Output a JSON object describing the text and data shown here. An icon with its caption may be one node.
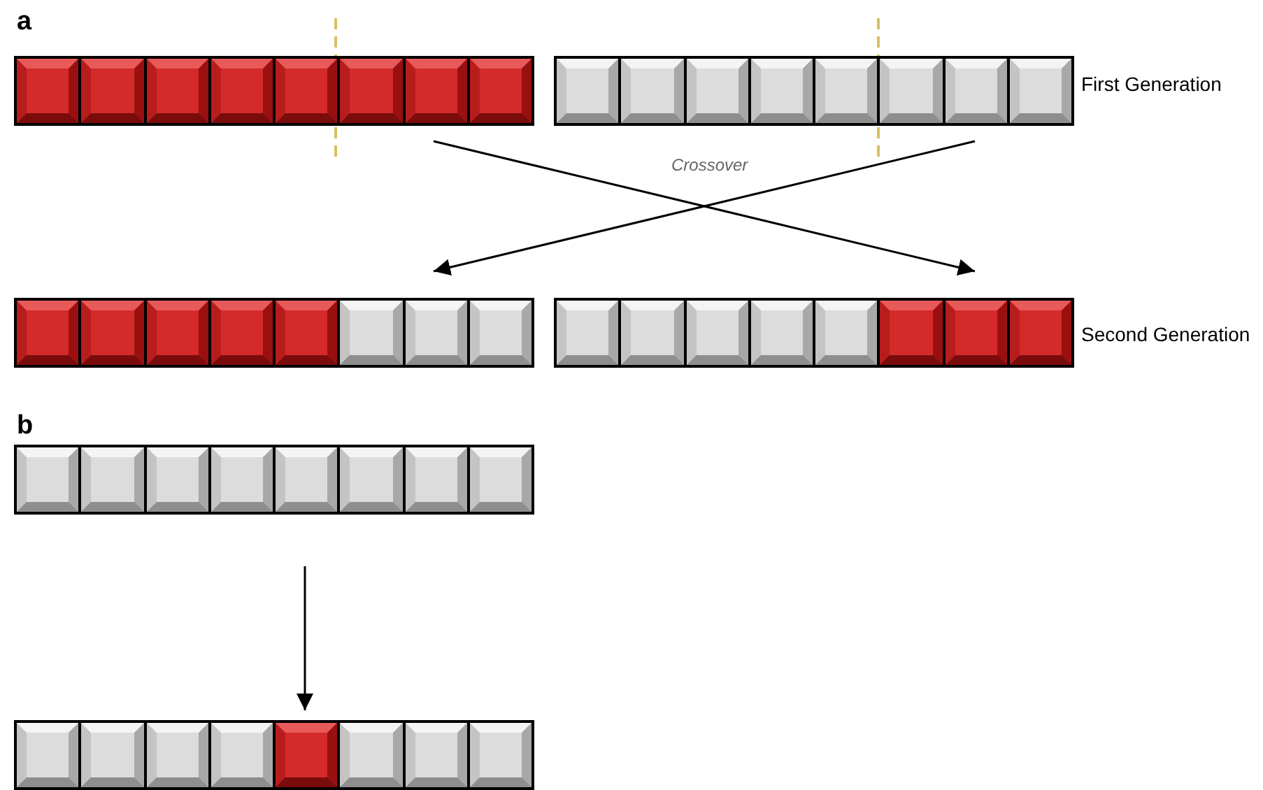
{
  "diagram": {
    "nodes": [
      {
        "text": [],
        "shape": "bar"
      },
      {
        "text": [],
        "shape": "bar",
        "beside": [
          "First Generation"
        ]
      },
      {
        "text": [],
        "shape": "bar"
      },
      {
        "text": [],
        "shape": "bar",
        "beside": [
          "Second Generation"
        ]
      },
      {
        "text": [],
        "shape": "bar"
      },
      {
        "text": [],
        "shape": "bar"
      }
    ],
    "edges": [
      {
        "from": 0,
        "to": 3,
        "arrow": "to"
      },
      {
        "from": 1,
        "to": 2,
        "arrow": "to"
      },
      {
        "from": 4,
        "to": 5,
        "arrow": "to"
      }
    ],
    "labels": [
      "a",
      "Crossover",
      "b"
    ]
  }
}
